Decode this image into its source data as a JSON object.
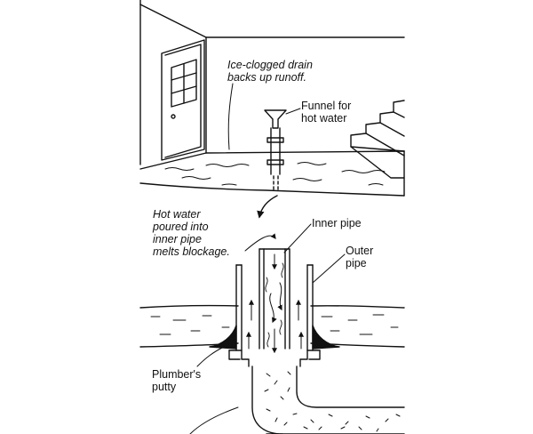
{
  "labels": {
    "ice_clogged": "Ice-clogged drain\nbacks up runoff.",
    "funnel": "Funnel for\nhot water",
    "hot_water": "Hot water\npoured into\ninner pipe\nmelts blockage.",
    "inner_pipe": "Inner pipe",
    "outer_pipe": "Outer\npipe",
    "putty": "Plumber's\nputty"
  },
  "colors": {
    "ink": "#111111",
    "paper": "#ffffff"
  }
}
